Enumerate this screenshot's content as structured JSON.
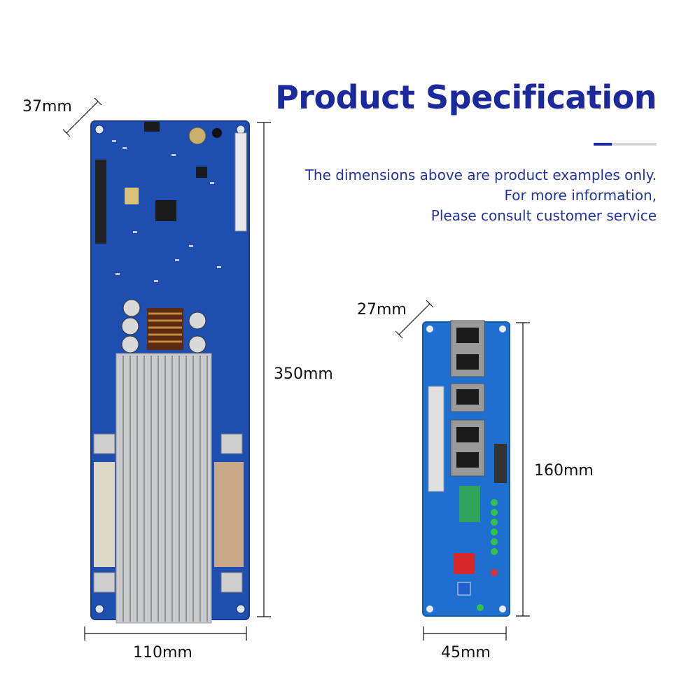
{
  "heading": {
    "title": "Product Specification",
    "lines": [
      "The dimensions above are product examples only.",
      "For more information,",
      "Please consult customer service"
    ]
  },
  "large_board": {
    "depth": "37mm",
    "height": "350mm",
    "width": "110mm"
  },
  "small_board": {
    "depth": "27mm",
    "height": "160mm",
    "width": "45mm"
  },
  "colors": {
    "title": "#1a2a9c",
    "pcb": "#1e4fb0",
    "heatsink": "#c8cacc"
  }
}
